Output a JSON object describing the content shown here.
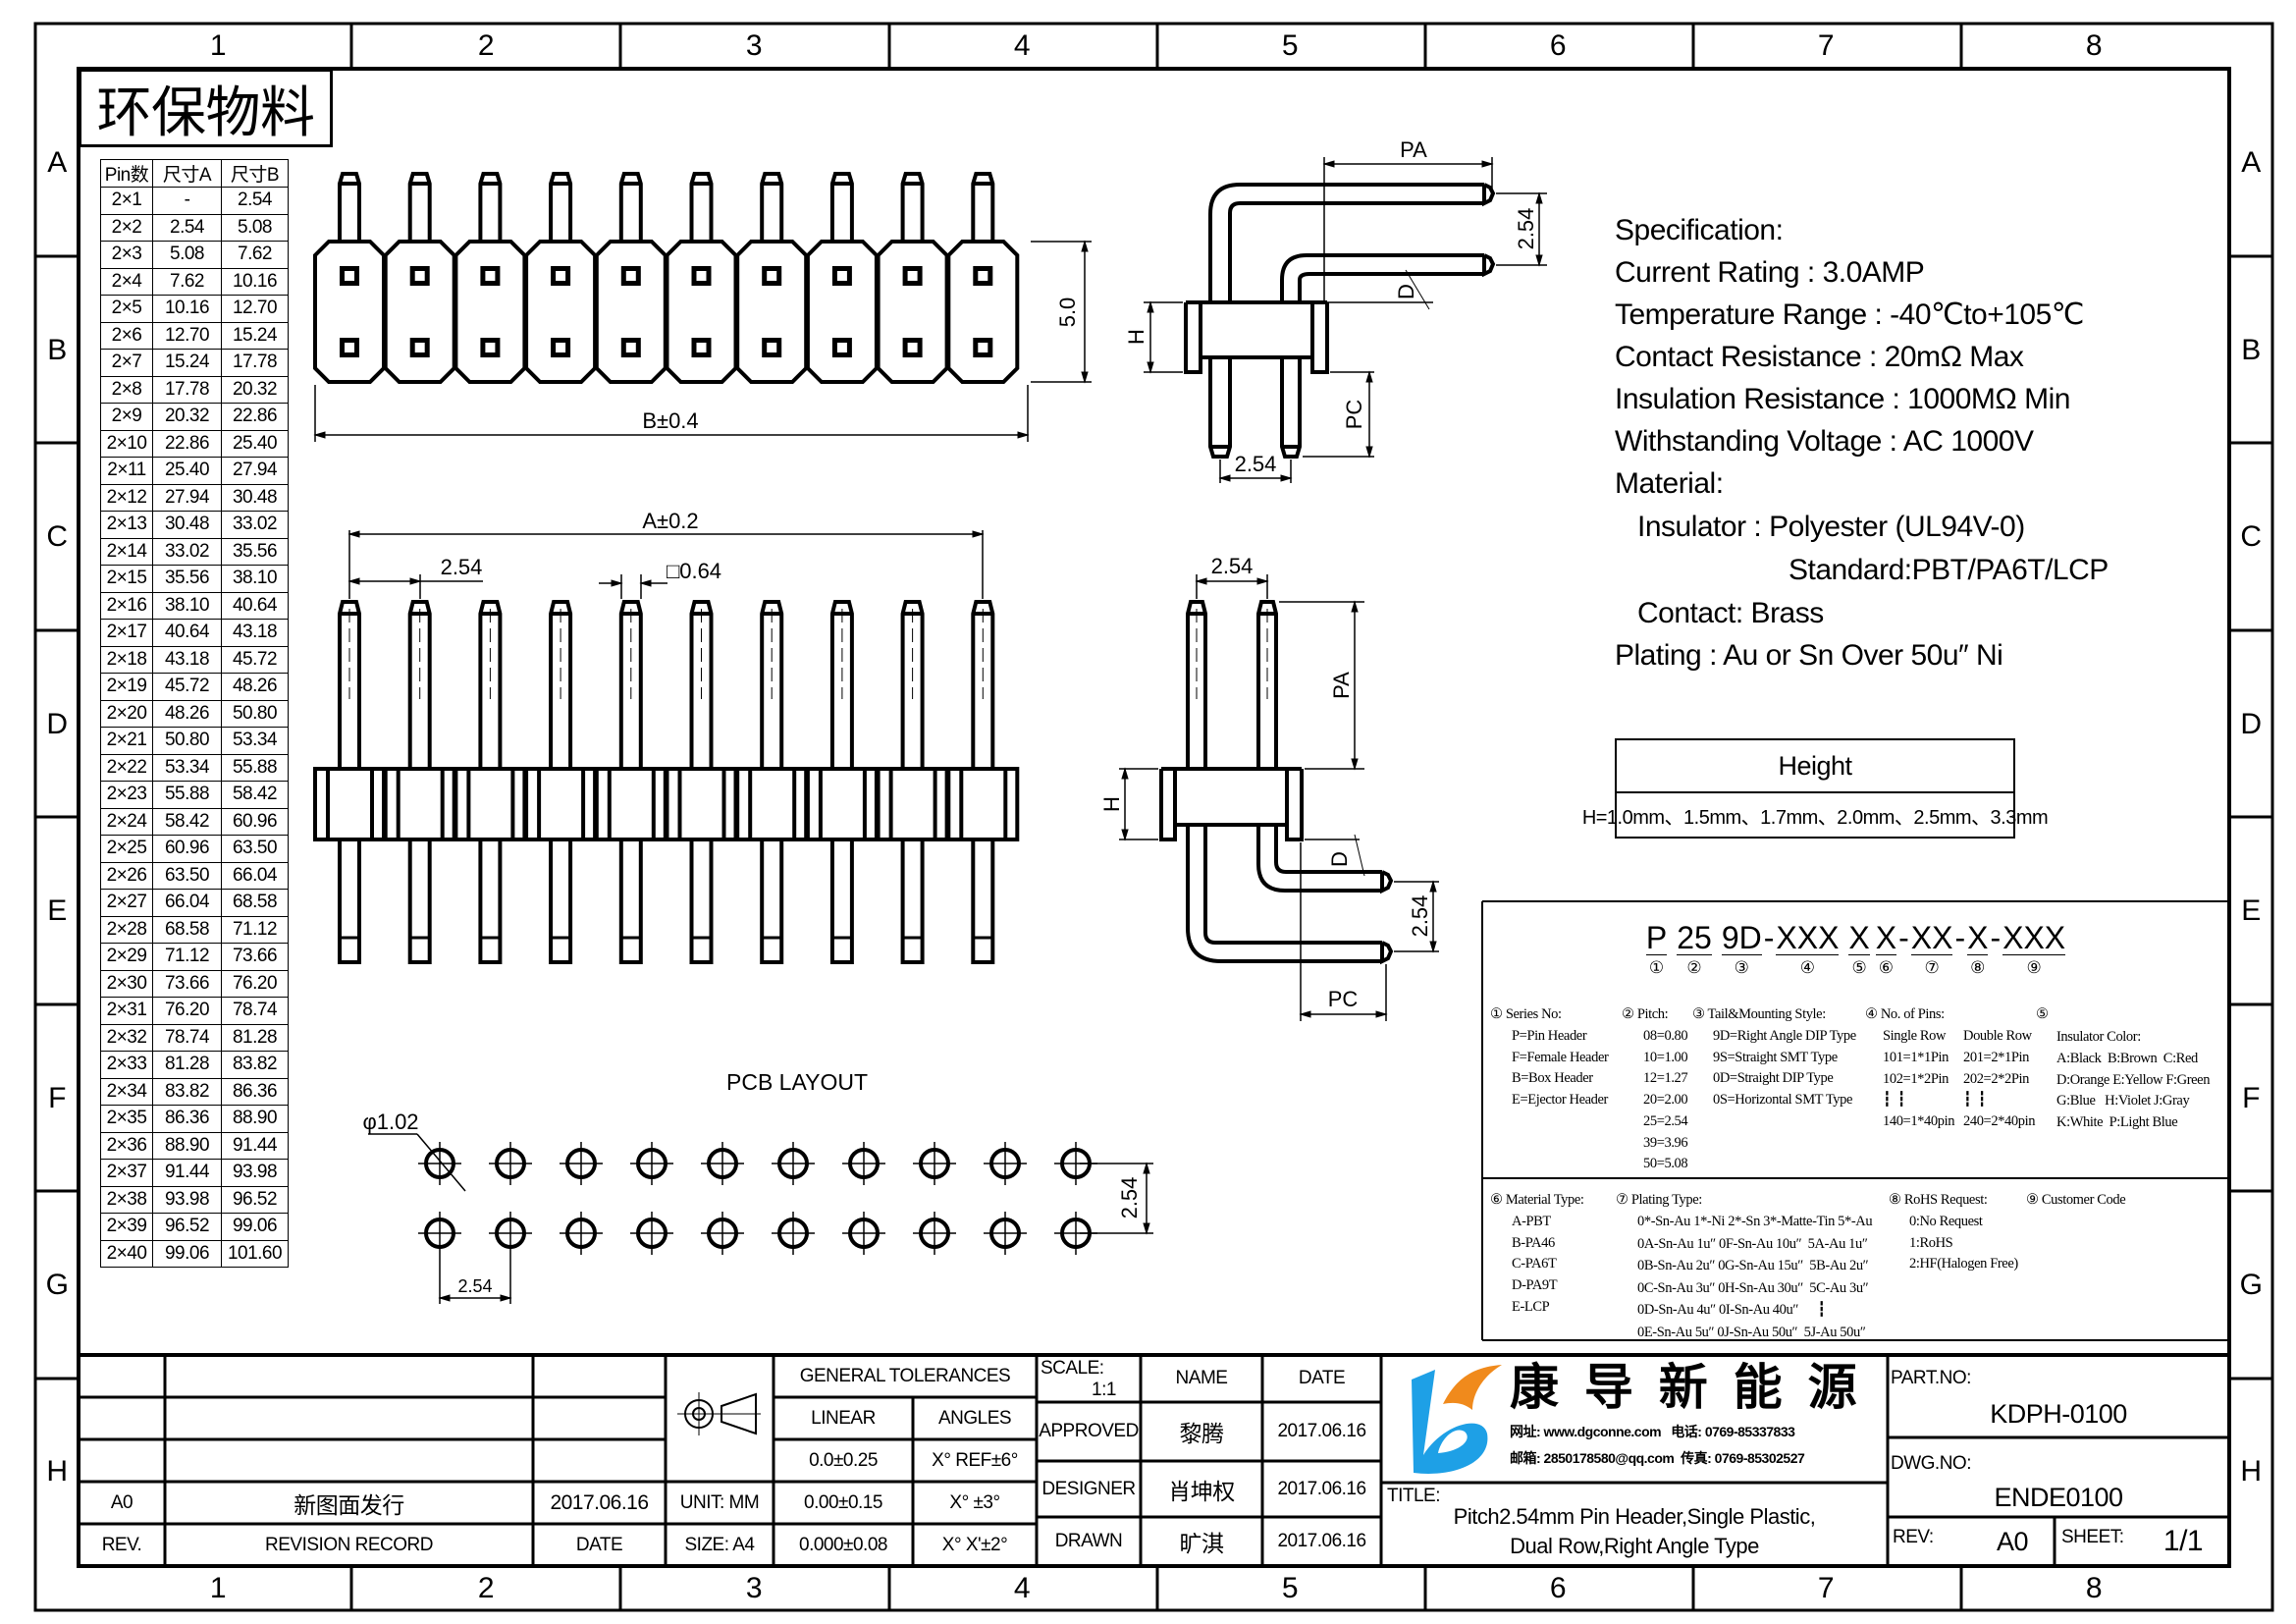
{
  "frame": {
    "columns": [
      "1",
      "2",
      "3",
      "4",
      "5",
      "6",
      "7",
      "8"
    ],
    "rows": [
      "A",
      "B",
      "C",
      "D",
      "E",
      "F",
      "G",
      "H"
    ]
  },
  "eco_label": "环保物料",
  "pin_table": {
    "headers": [
      "Pin数",
      "尺寸A",
      "尺寸B"
    ],
    "rows": [
      [
        "2×1",
        "-",
        "2.54"
      ],
      [
        "2×2",
        "2.54",
        "5.08"
      ],
      [
        "2×3",
        "5.08",
        "7.62"
      ],
      [
        "2×4",
        "7.62",
        "10.16"
      ],
      [
        "2×5",
        "10.16",
        "12.70"
      ],
      [
        "2×6",
        "12.70",
        "15.24"
      ],
      [
        "2×7",
        "15.24",
        "17.78"
      ],
      [
        "2×8",
        "17.78",
        "20.32"
      ],
      [
        "2×9",
        "20.32",
        "22.86"
      ],
      [
        "2×10",
        "22.86",
        "25.40"
      ],
      [
        "2×11",
        "25.40",
        "27.94"
      ],
      [
        "2×12",
        "27.94",
        "30.48"
      ],
      [
        "2×13",
        "30.48",
        "33.02"
      ],
      [
        "2×14",
        "33.02",
        "35.56"
      ],
      [
        "2×15",
        "35.56",
        "38.10"
      ],
      [
        "2×16",
        "38.10",
        "40.64"
      ],
      [
        "2×17",
        "40.64",
        "43.18"
      ],
      [
        "2×18",
        "43.18",
        "45.72"
      ],
      [
        "2×19",
        "45.72",
        "48.26"
      ],
      [
        "2×20",
        "48.26",
        "50.80"
      ],
      [
        "2×21",
        "50.80",
        "53.34"
      ],
      [
        "2×22",
        "53.34",
        "55.88"
      ],
      [
        "2×23",
        "55.88",
        "58.42"
      ],
      [
        "2×24",
        "58.42",
        "60.96"
      ],
      [
        "2×25",
        "60.96",
        "63.50"
      ],
      [
        "2×26",
        "63.50",
        "66.04"
      ],
      [
        "2×27",
        "66.04",
        "68.58"
      ],
      [
        "2×28",
        "68.58",
        "71.12"
      ],
      [
        "2×29",
        "71.12",
        "73.66"
      ],
      [
        "2×30",
        "73.66",
        "76.20"
      ],
      [
        "2×31",
        "76.20",
        "78.74"
      ],
      [
        "2×32",
        "78.74",
        "81.28"
      ],
      [
        "2×33",
        "81.28",
        "83.82"
      ],
      [
        "2×34",
        "83.82",
        "86.36"
      ],
      [
        "2×35",
        "86.36",
        "88.90"
      ],
      [
        "2×36",
        "88.90",
        "91.44"
      ],
      [
        "2×37",
        "91.44",
        "93.98"
      ],
      [
        "2×38",
        "93.98",
        "96.52"
      ],
      [
        "2×39",
        "96.52",
        "99.06"
      ],
      [
        "2×40",
        "99.06",
        "101.60"
      ]
    ]
  },
  "dims": {
    "top_height": "5.0",
    "top_width": "B±0.4",
    "front_length": "A±0.2",
    "front_pitch": "2.54",
    "front_pin_size": "□0.64",
    "side1_pa": "PA",
    "side1_pitch_v": "2.54",
    "side1_d": "D",
    "side1_h": "H",
    "side1_pc": "PC",
    "side1_pitch_h": "2.54",
    "side2_pitch_h": "2.54",
    "side2_pa": "PA",
    "side2_h": "H",
    "side2_d": "D",
    "side2_pitch_v": "2.54",
    "side2_pc": "PC",
    "pcb_title": "PCB LAYOUT",
    "pcb_hole": "φ1.02",
    "pcb_pitch_h": "2.54",
    "pcb_pitch_v": "2.54"
  },
  "spec": {
    "title": "Specification:",
    "current": "Current Rating : 3.0AMP",
    "temperature": "Temperature Range : -40℃to+105℃",
    "contact_res": "Contact Resistance : 20mΩ Max",
    "insulation_res": "Insulation Resistance : 1000MΩ Min",
    "voltage": "Withstanding Voltage : AC 1000V",
    "material": "Material:",
    "insulator": "Insulator : Polyester (UL94V-0)",
    "standard": "Standard:PBT/PA6T/LCP",
    "contact": "Contact: Brass",
    "plating": "Plating : Au or Sn Over 50u″ Ni"
  },
  "height_table": {
    "header": "Height",
    "value": "H=1.0mm、1.5mm、1.7mm、2.0mm、2.5mm、3.3mm"
  },
  "part_code": {
    "segments": [
      "P",
      "25",
      "9D",
      "-",
      "XXX",
      "X",
      "X",
      "-",
      "XX",
      "-",
      "X",
      "-",
      "XXX"
    ],
    "markers": [
      "①",
      "②",
      "③",
      "④",
      "⑤",
      "⑥",
      "⑦",
      "⑧",
      "⑨"
    ]
  },
  "legend": {
    "series": {
      "title": "① Series No:",
      "items": [
        "P=Pin Header",
        "F=Female Header",
        "B=Box Header",
        "E=Ejector Header"
      ]
    },
    "pitch": {
      "title": "② Pitch:",
      "items": [
        "08=0.80",
        "10=1.00",
        "12=1.27",
        "20=2.00",
        "25=2.54",
        "39=3.96",
        "50=5.08"
      ]
    },
    "tail": {
      "title": "③ Tail&Mounting Style:",
      "items": [
        "9D=Right Angle DIP Type",
        "9S=Straight SMT Type",
        "0D=Straight DIP Type",
        "0S=Horizontal SMT Type"
      ]
    },
    "pins": {
      "title": "④ No. of Pins:",
      "single_header": "Single Row",
      "double_header": "Double Row",
      "single": [
        "101=1*1Pin",
        "102=1*2Pin",
        "┇  ┇",
        "140=1*40pin"
      ],
      "double": [
        "201=2*1Pin",
        "202=2*2Pin",
        "┇  ┇",
        "240=2*40pin"
      ]
    },
    "color": {
      "title": "⑤",
      "subtitle": "Insulator Color:",
      "items": [
        "A:Black  B:Brown  C:Red",
        "D:Orange E:Yellow F:Green",
        "G:Blue   H:Violet J:Gray",
        "K:White  P:Light Blue"
      ]
    },
    "material": {
      "title": "⑥ Material Type:",
      "items": [
        "A-PBT",
        "B-PA46",
        "C-PA6T",
        "D-PA9T",
        "E-LCP"
      ]
    },
    "plating": {
      "title": "⑦ Plating Type:",
      "items": [
        "0*-Sn-Au 1*-Ni 2*-Sn 3*-Matte-Tin 5*-Au",
        "0A-Sn-Au 1u″ 0F-Sn-Au 10u″  5A-Au 1u″",
        "0B-Sn-Au 2u″ 0G-Sn-Au 15u″  5B-Au 2u″",
        "0C-Sn-Au 3u″ 0H-Sn-Au 30u″  5C-Au 3u″",
        "0D-Sn-Au 4u″ 0I-Sn-Au 40u″      ┇",
        "0E-Sn-Au 5u″ 0J-Sn-Au 50u″  5J-Au 50u″"
      ]
    },
    "rohs": {
      "title": "⑧ RoHS Request:",
      "items": [
        "0:No Request",
        "1:RoHS",
        "2:HF(Halogen Free)"
      ]
    },
    "customer": {
      "title": "⑨ Customer Code"
    }
  },
  "title_block": {
    "general_tolerances": "GENERAL TOLERANCES",
    "linear": "LINEAR",
    "angles": "ANGLES",
    "tol_rows": [
      [
        "0.0±0.25",
        "X° REF±6°"
      ],
      [
        "0.00±0.15",
        "X° ±3°"
      ],
      [
        "0.000±0.08",
        "X° X'±2°"
      ]
    ],
    "unit": "UNIT: MM",
    "size": "SIZE: A4",
    "revision": {
      "rev": "A0",
      "record": "新图面发行",
      "date": "2017.06.16"
    },
    "rev_header": "REV.",
    "record_header": "REVISION RECORD",
    "date_header": "DATE",
    "scale_label": "SCALE:",
    "scale_value": "1:1",
    "name_header": "NAME",
    "date_col_header": "DATE",
    "approved": {
      "label": "APPROVED",
      "name": "黎腾",
      "date": "2017.06.16"
    },
    "designer": {
      "label": "DESIGNER",
      "name": "肖坤权",
      "date": "2017.06.16"
    },
    "drawn": {
      "label": "DRAWN",
      "name": "旷淇",
      "date": "2017.06.16"
    },
    "company": "康 导 新 能 源",
    "contact_line1": "网址: www.dgconne.com   电话: 0769-85337833",
    "contact_line2": "邮箱: 2850178580@qq.com  传真: 0769-85302527",
    "title_label": "TITLE:",
    "title_line1": "Pitch2.54mm Pin Header,Single Plastic,",
    "title_line2": "Dual Row,Right Angle Type",
    "part_no_label": "PART.NO:",
    "part_no": "KDPH-0100",
    "dwg_no_label": "DWG.NO:",
    "dwg_no": "ENDE0100",
    "rev_label": "REV:",
    "rev_value": "A0",
    "sheet_label": "SHEET:",
    "sheet_value": "1/1"
  },
  "colors": {
    "logo_blue": "#1ea0e6",
    "logo_orange": "#f08a1c"
  }
}
